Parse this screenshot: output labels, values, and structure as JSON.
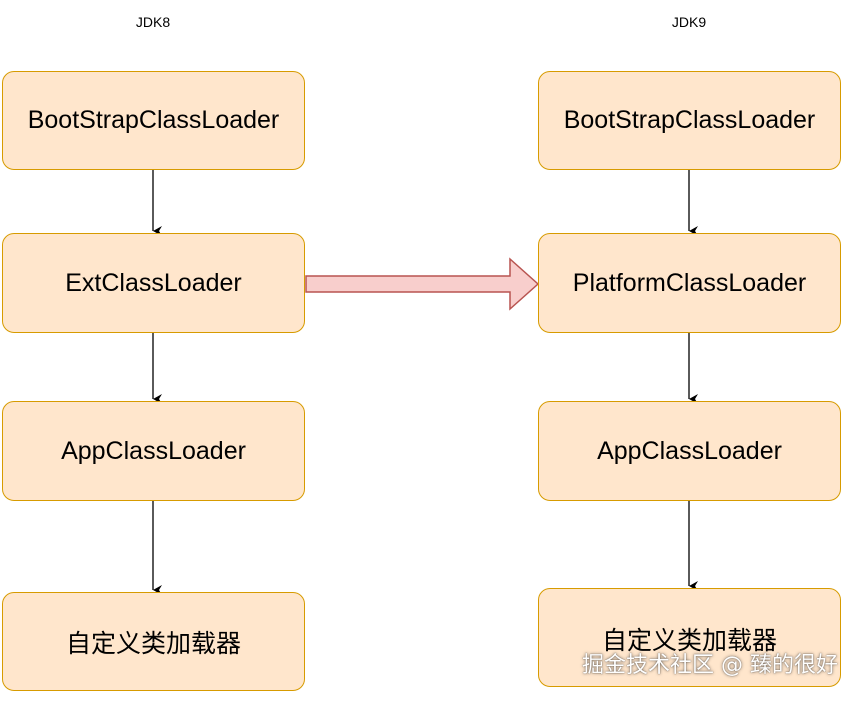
{
  "columns": {
    "left": {
      "title": "JDK8",
      "nodes": [
        "BootStrapClassLoader",
        "ExtClassLoader",
        "AppClassLoader",
        "自定义类加载器"
      ]
    },
    "right": {
      "title": "JDK9",
      "nodes": [
        "BootStrapClassLoader",
        "PlatformClassLoader",
        "AppClassLoader",
        "自定义类加载器"
      ]
    }
  },
  "colors": {
    "node_fill": "#ffe6cc",
    "node_border": "#d79b00",
    "transition_arrow_fill": "#f8cecc",
    "transition_arrow_border": "#b85450",
    "edge": "#000000"
  },
  "watermark": "掘金技术社区 @ 臻的很好"
}
